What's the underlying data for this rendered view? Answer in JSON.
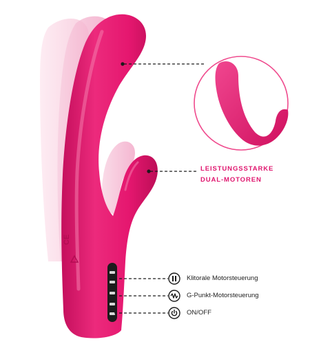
{
  "colors": {
    "device": "#e5176f",
    "device_highlight": "#f0468f",
    "device_shadow": "#b80e55",
    "ghost_light": "#f9cfe0",
    "ghost_mid": "#f4b2cd",
    "panel": "#1c1c1c",
    "leader": "#1a1a1a",
    "zoom_ring": "#ef4a8d",
    "feature_text": "#e0176f",
    "control_text": "#222222"
  },
  "features": {
    "line1": "LEISTUNGSSTARKE",
    "line2": "DUAL-MOTOREN"
  },
  "controls": [
    {
      "icon": "pause-bars-icon",
      "label": "Klitorale Motorsteuerung"
    },
    {
      "icon": "wave-icon",
      "label": "G-Punkt-Motorsteuerung"
    },
    {
      "icon": "power-icon",
      "label": "ON/OFF"
    }
  ],
  "markings": {
    "ce": "CE"
  }
}
